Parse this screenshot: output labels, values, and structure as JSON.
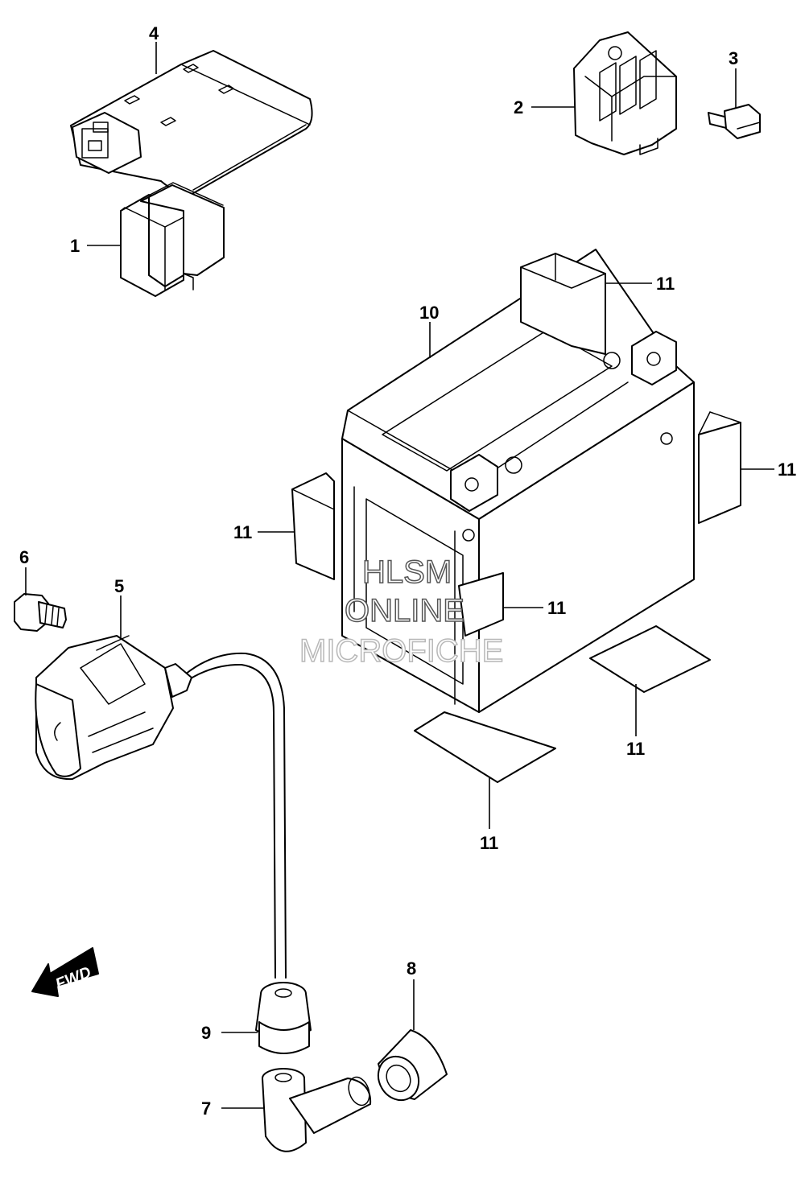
{
  "callouts": {
    "c1": "1",
    "c2": "2",
    "c3": "3",
    "c4": "4",
    "c5": "5",
    "c6": "6",
    "c7": "7",
    "c8": "8",
    "c9": "9",
    "c10": "10",
    "c11": [
      "11",
      "11",
      "11",
      "11",
      "11",
      "11"
    ]
  },
  "watermark": {
    "line1": "HLSM",
    "line2": "ONLINE",
    "line3": "MICROFICHE"
  },
  "direction_arrow": {
    "label": "FWD",
    "icon": "forward-arrow-icon"
  },
  "colors": {
    "ink": "#000000",
    "paper": "#ffffff"
  }
}
